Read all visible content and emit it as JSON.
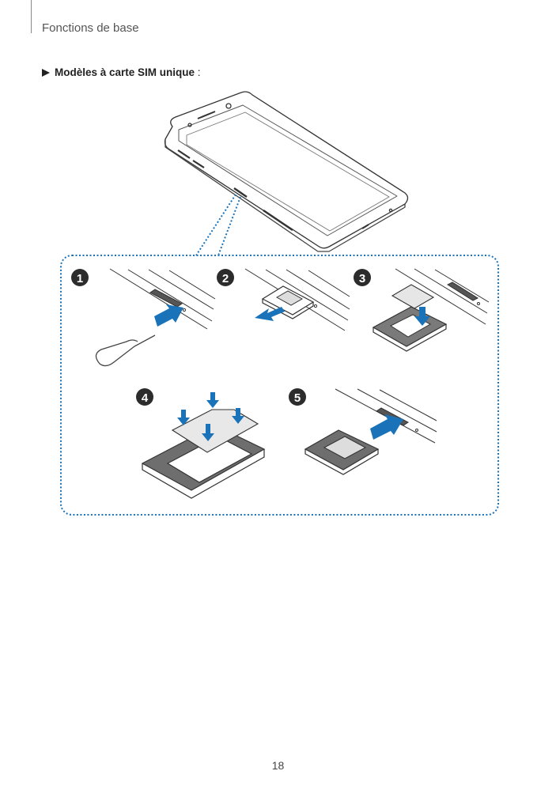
{
  "header": {
    "section_title": "Fonctions de base"
  },
  "heading": {
    "bullet_icon": "triangle-right-icon",
    "title": "Modèles à carte SIM unique",
    "suffix": " :"
  },
  "figure": {
    "accent_color": "#1a73b8",
    "steps": [
      {
        "number": "1"
      },
      {
        "number": "2"
      },
      {
        "number": "3"
      },
      {
        "number": "4"
      },
      {
        "number": "5"
      }
    ]
  },
  "footer": {
    "page_number": "18"
  }
}
